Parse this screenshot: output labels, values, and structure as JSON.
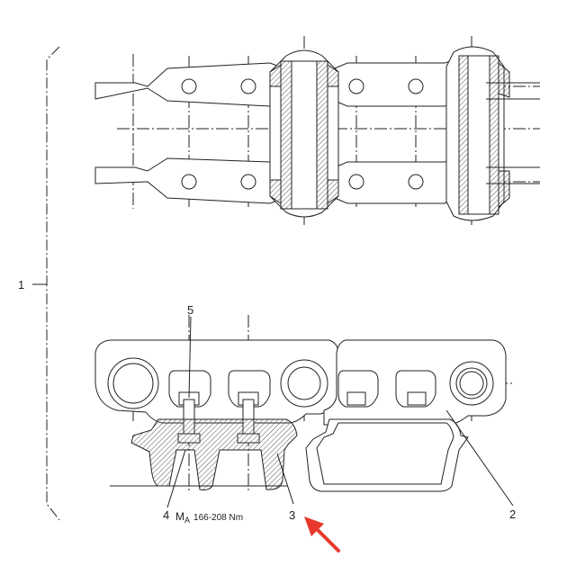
{
  "callouts": {
    "c1": "1",
    "c2": "2",
    "c3": "3",
    "c4": "4",
    "c5": "5"
  },
  "torque": {
    "symbol": "M",
    "subscript": "A",
    "value": "166-208 Nm"
  },
  "colors": {
    "line": "#222222",
    "hatch": "#555555",
    "arrow": "#e8382d"
  }
}
